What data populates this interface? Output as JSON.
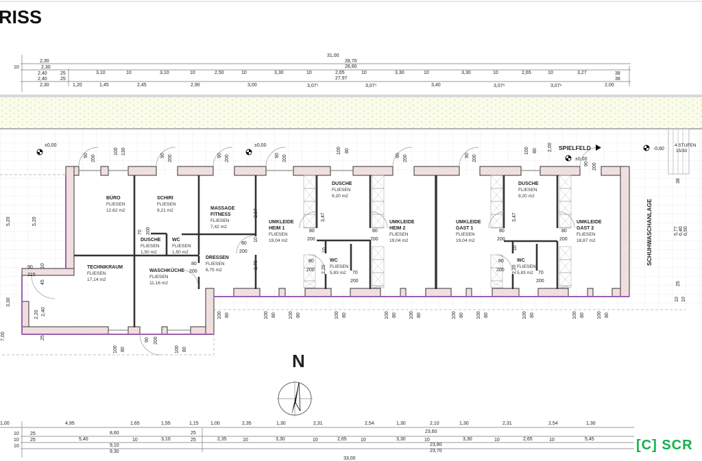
{
  "title": "RISS",
  "logo": "[C] SCR",
  "north": "N",
  "spielfeld": "SPIELFELD",
  "facade_label": "SCHUHWASCHANLAGE",
  "elevations": [
    "±0,00",
    "±0,00",
    "±0,00",
    "-0,60"
  ],
  "stairs": {
    "label": "4 STUFEN",
    "ratio": "15/30"
  },
  "colors": {
    "accent": "#1a1ae6",
    "logo": "#12b04a",
    "wall_fill": "#f2e2e2",
    "wall_edge": "#9a5fb0"
  },
  "rooms": [
    {
      "name": "BÜRO",
      "floor": "FLIESEN",
      "area": "12,62 m2"
    },
    {
      "name": "SCHIRI",
      "floor": "FLIESEN",
      "area": "9,21 m2"
    },
    {
      "name": "MASSAGE",
      "name2": "FITNESS",
      "floor": "FLIESEN",
      "area": "7,42 m2"
    },
    {
      "name": "DUSCHE",
      "floor": "FLIESEN",
      "area": "1,50 m2"
    },
    {
      "name": "WC",
      "floor": "FLIESEN",
      "area": "1,50 m2"
    },
    {
      "name": "DRESSEN",
      "floor": "FLIESEN",
      "area": "6,75 m2"
    },
    {
      "name": "TECHNIKRAUM",
      "floor": "FLIESEN",
      "area": "17,14 m2"
    },
    {
      "name": "WASCHKÜCHE",
      "floor": "FLIESEN",
      "area": "11,16 m2"
    },
    {
      "name": "UMKLEIDE",
      "name2": "HEIM 1",
      "floor": "FLIESEN",
      "area": "19,04 m2"
    },
    {
      "name": "DUSCHE",
      "floor": "FLIESEN",
      "area": "9,20 m2"
    },
    {
      "name": "UMKLEIDE",
      "name2": "HEIM 2",
      "floor": "FLIESEN",
      "area": "19,04 m2"
    },
    {
      "name": "WC",
      "floor": "FLIESEN",
      "area": "5,83 m2"
    },
    {
      "name": "UMKLEIDE",
      "name2": "GAST 1",
      "floor": "FLIESEN",
      "area": "19,04 m2"
    },
    {
      "name": "DUSCHE",
      "floor": "FLIESEN",
      "area": "9,20 m2"
    },
    {
      "name": "UMKLEIDE",
      "name2": "GAST 2",
      "floor": "FLIESEN",
      "area": "18,87 m2"
    },
    {
      "name": "WC",
      "floor": "FLIESEN",
      "area": "5,83 m2"
    }
  ],
  "dims": {
    "top": [
      "31,00",
      "2,30",
      "28,70",
      "2,30",
      "28,60",
      "10",
      "2,40",
      "25",
      "3,10",
      "10",
      "3,10",
      "10",
      "2,50",
      "10",
      "3,30",
      "10",
      "2,65",
      "10",
      "3,30",
      "10",
      "3,30",
      "10",
      "2,65",
      "10",
      "3,27",
      "38",
      "2,40",
      "25",
      "27,97",
      "38",
      "2,30",
      "1,20",
      "1,45",
      "2,45",
      "2,90",
      "3,00",
      "3,07⁵",
      "3,07⁵",
      "3,40",
      "3,07⁶",
      "3,07⁶",
      "2,00"
    ],
    "bottom": [
      "1,00",
      "4,95",
      "1,65",
      "1,55",
      "1,15",
      "1,00",
      "2,35",
      "1,30",
      "2,31",
      "2,54",
      "1,30",
      "2,10",
      "1,30",
      "2,31",
      "2,54",
      "1,30",
      "10",
      "25",
      "8,60",
      "25",
      "23,60",
      "10",
      "25",
      "5,40",
      "10",
      "3,10",
      "25",
      "2,35",
      "10",
      "3,30",
      "10",
      "2,65",
      "10",
      "3,30",
      "10",
      "3,30",
      "10",
      "2,65",
      "10",
      "5,45",
      "10",
      "9,10",
      "23,80",
      "9,30",
      "23,70",
      "33,00"
    ],
    "left": [
      "5,20",
      "5,20",
      "3,30",
      "7,00",
      "10",
      "45",
      "2,20",
      "2,40",
      "25"
    ],
    "right": [
      "38",
      "5,77",
      "6,40",
      "6,50",
      "25",
      "10",
      "10"
    ],
    "openings": [
      "90",
      "200",
      "100",
      "130",
      "90",
      "200",
      "90",
      "200",
      "90",
      "200",
      "100",
      "80",
      "90",
      "200",
      "90",
      "200",
      "100",
      "80",
      "90",
      "200",
      "2,00",
      "80",
      "200",
      "80",
      "200",
      "80",
      "200",
      "70",
      "200",
      "80",
      "200",
      "80",
      "200",
      "80",
      "200",
      "70",
      "200",
      "80",
      "200",
      "80",
      "200",
      "70",
      "200",
      "90",
      "215",
      "90",
      "200",
      "2,97",
      "10",
      "2,70",
      "3,47",
      "10",
      "2,20",
      "3,47",
      "10",
      "2,20"
    ],
    "windows": [
      "100",
      "80",
      "100",
      "80",
      "100",
      "80",
      "100",
      "80",
      "100",
      "80",
      "100",
      "80",
      "100",
      "80",
      "100",
      "80",
      "100",
      "80",
      "100",
      "80",
      "100",
      "80",
      "100",
      "80",
      "100",
      "80"
    ]
  }
}
